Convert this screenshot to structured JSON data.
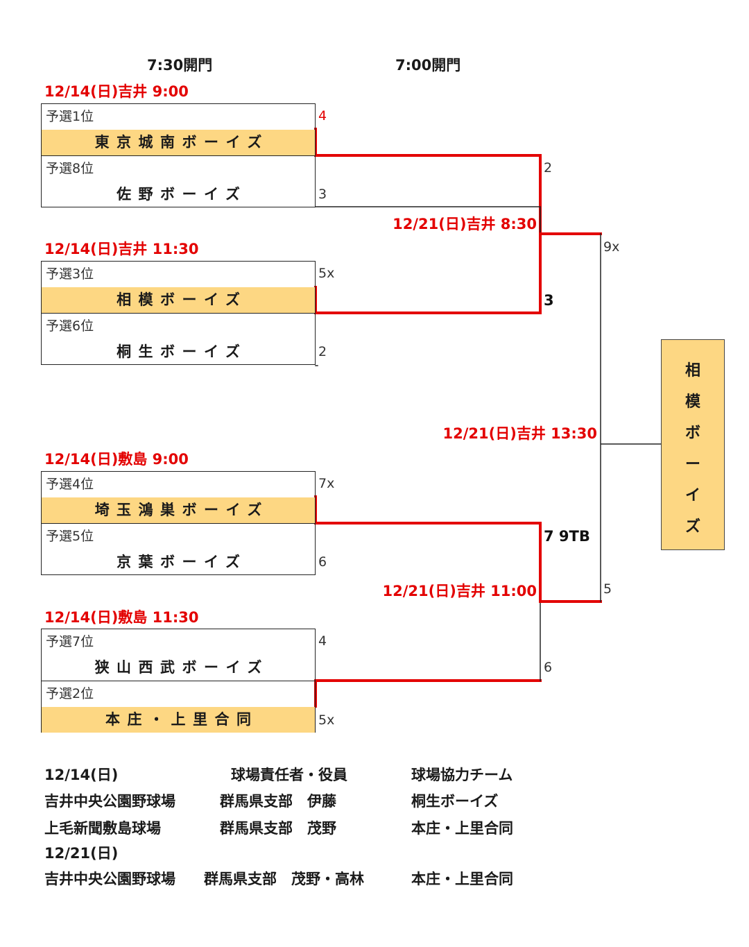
{
  "headers": {
    "round1_open": "7:30開門",
    "round2_open": "7:00開門"
  },
  "round1": [
    {
      "date": "12/14(日)吉井 9:00",
      "top": {
        "seed": "予選1位",
        "team": "東京城南ボーイズ",
        "score": "4"
      },
      "bottom": {
        "seed": "予選8位",
        "team": "佐野ボーイズ",
        "score": "3"
      }
    },
    {
      "date": "12/14(日)吉井 11:30",
      "top": {
        "seed": "予選3位",
        "team": "相模ボーイズ",
        "score": "5x"
      },
      "bottom": {
        "seed": "予選6位",
        "team": "桐生ボーイズ",
        "score": "2"
      }
    },
    {
      "date": "12/14(日)敷島 9:00",
      "top": {
        "seed": "予選4位",
        "team": "埼玉鴻巣ボーイズ",
        "score": "7x"
      },
      "bottom": {
        "seed": "予選5位",
        "team": "京葉ボーイズ",
        "score": "6"
      }
    },
    {
      "date": "12/14(日)敷島 11:30",
      "top": {
        "seed": "予選7位",
        "team": "狭山西武ボーイズ",
        "score": "4"
      },
      "bottom": {
        "seed": "予選2位",
        "team": "本庄・上里合同",
        "score": "5x"
      }
    }
  ],
  "semifinals": [
    {
      "date": "12/21(日)吉井 8:30",
      "score_top": "2",
      "score_bottom": "3"
    },
    {
      "date": "12/21(日)吉井 11:00",
      "score_top": "7 9TB",
      "score_bottom": "6"
    }
  ],
  "final": {
    "date": "12/21(日)吉井 13:30",
    "score_top": "9x",
    "score_bottom": "5"
  },
  "champion": {
    "team": "相\n模\nボ\nー\nイ\nズ"
  },
  "info": {
    "date1": "12/14(日)",
    "col_manager": "球場責任者・役員",
    "col_team": "球場協力チーム",
    "rows1": [
      {
        "venue": "吉井中央公園野球場",
        "manager": "群馬県支部　伊藤",
        "team": "桐生ボーイズ"
      },
      {
        "venue": "上毛新聞敷島球場",
        "manager": "群馬県支部　茂野",
        "team": "本庄・上里合同"
      }
    ],
    "date2": "12/21(日)",
    "rows2": [
      {
        "venue": "吉井中央公園野球場",
        "manager": "群馬県支部　茂野・高林",
        "team": "本庄・上里合同"
      }
    ]
  },
  "colors": {
    "winner_line": "#e30000",
    "winner_fill": "#fdd783",
    "date_text": "#e30000"
  }
}
